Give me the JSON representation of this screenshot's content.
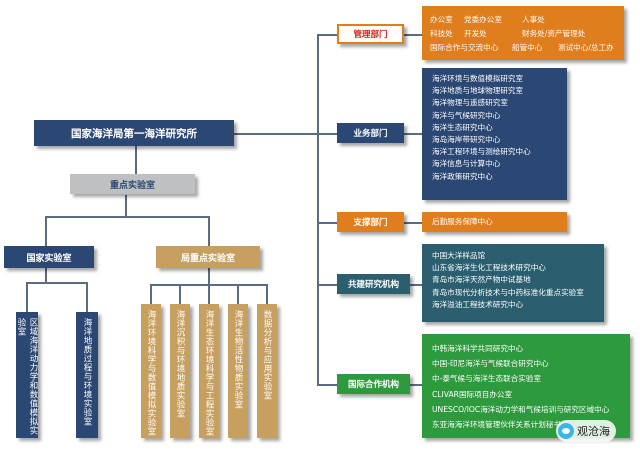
{
  "colors": {
    "navy": "#2b4774",
    "teal": "#2b5f70",
    "green": "#2e9a3e",
    "orange": "#e07d1c",
    "tan": "#c79f5f",
    "grey": "#bfc0c2",
    "red_text": "#d62020",
    "line": "#5a6b84"
  },
  "root": {
    "label": "国家海洋局第一海洋研究所"
  },
  "key_lab": {
    "label": "重点实验室"
  },
  "national_lab": {
    "label": "国家实验室",
    "items": [
      "区域海洋动力学和数值模拟实验室",
      "海洋地质过程与环境实验室"
    ]
  },
  "bureau_lab": {
    "label": "局重点实验室",
    "items": [
      "海洋环境科学与数值模拟实验室",
      "海洋沉积与环境地质实验室",
      "海洋生态环境科学与工程实验室",
      "海洋生物活性物质实验室",
      "数据分析与应用实验室"
    ]
  },
  "management": {
    "label": "管理部门",
    "row1": [
      "办公室",
      "党委办公室",
      "人事处"
    ],
    "row2": [
      "科技处",
      "开发处",
      "财务处/资产管理处"
    ],
    "row3": [
      "国际合作与交流中心",
      "船管中心",
      "测试中心/总工办"
    ]
  },
  "business": {
    "label": "业务部门",
    "items": [
      "海洋环境与数值模拟研究室",
      "海洋地质与地球物理研究室",
      "海洋物理与遥感研究室",
      "海洋与气候研究中心",
      "海洋生态研究中心",
      "海岛海岸带研究中心",
      "海洋工程环境与测绘研究中心",
      "海洋信息与计算中心",
      "海洋政策研究中心"
    ]
  },
  "support": {
    "label": "支撑部门",
    "items": [
      "后勤服务保障中心"
    ]
  },
  "joint": {
    "label": "共建研究机构",
    "items": [
      "中国大洋样品馆",
      "山东省海洋生化工程技术研究中心",
      "青岛市海洋天然产物中试基地",
      "青岛市现代分析技术与中药标准化重点实验室",
      "海洋溢油工程技术研究中心"
    ]
  },
  "international": {
    "label": "国际合作机构",
    "items": [
      "中韩海洋科学共同研究中心",
      "中国-印尼海洋与气候联合研究中心",
      "中-泰气候与海洋生态联合实验室",
      "CLIVAR国际项目办公室",
      "UNESCO/IOC海洋动力学和气候培训与研究区域中心",
      "东亚海海洋环境管理伙伴关系计划秘书处"
    ]
  },
  "watermark": {
    "text": "观沧海"
  }
}
